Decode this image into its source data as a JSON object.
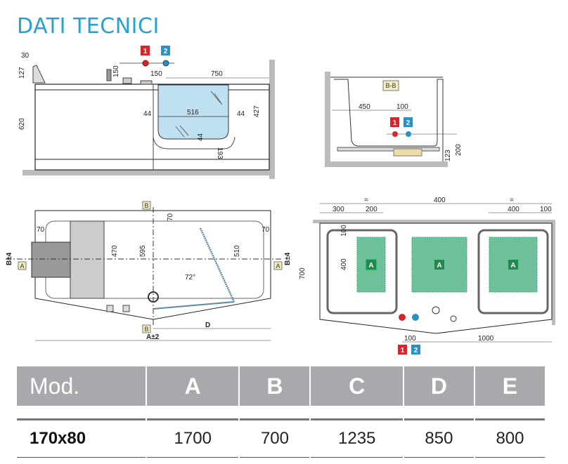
{
  "title": "DATI TECNICI",
  "colors": {
    "title": "#2a9fd0",
    "hot": "#d7262b",
    "cold": "#2b8fc8",
    "zone": "#6fc19c",
    "zone_label": "#1f8a4c",
    "header_bg": "#a7a9ac"
  },
  "badges": {
    "hot": "1",
    "cold": "2",
    "section_b": "B",
    "section_a": "A",
    "section_bb": "B-B",
    "zone": "A"
  },
  "front_view": {
    "dims": {
      "d30": "30",
      "d127": "127",
      "d150v": "150",
      "d150": "150",
      "d750": "750",
      "d620": "620",
      "d44l": "44",
      "d516": "516",
      "d44r": "44",
      "d427": "427",
      "d44b": "44",
      "d193": "193"
    }
  },
  "side_view": {
    "dims": {
      "d450": "450",
      "d100": "100",
      "d123": "123",
      "d200": "200"
    }
  },
  "top_view": {
    "dims": {
      "d70top": "70",
      "d70l": "70",
      "d70r": "70",
      "d470": "470",
      "d595": "595",
      "d510": "510",
      "angle": "72°",
      "b_left": "B±4",
      "b_right": "B±4",
      "d_label": "D",
      "a_label": "A±2"
    }
  },
  "floor_view": {
    "dims": {
      "eq_l": "=",
      "d400top": "400",
      "eq_r": "=",
      "d300": "300",
      "d200": "200",
      "d400r": "400",
      "d100r": "100",
      "d100v": "100",
      "d400v": "400",
      "d700": "700",
      "d100b": "100",
      "d1000": "1000"
    }
  },
  "table": {
    "headers": [
      "Mod.",
      "A",
      "B",
      "C",
      "D",
      "E"
    ],
    "rows": [
      [
        "170x80",
        "1700",
        "700",
        "1235",
        "850",
        "800"
      ]
    ]
  }
}
